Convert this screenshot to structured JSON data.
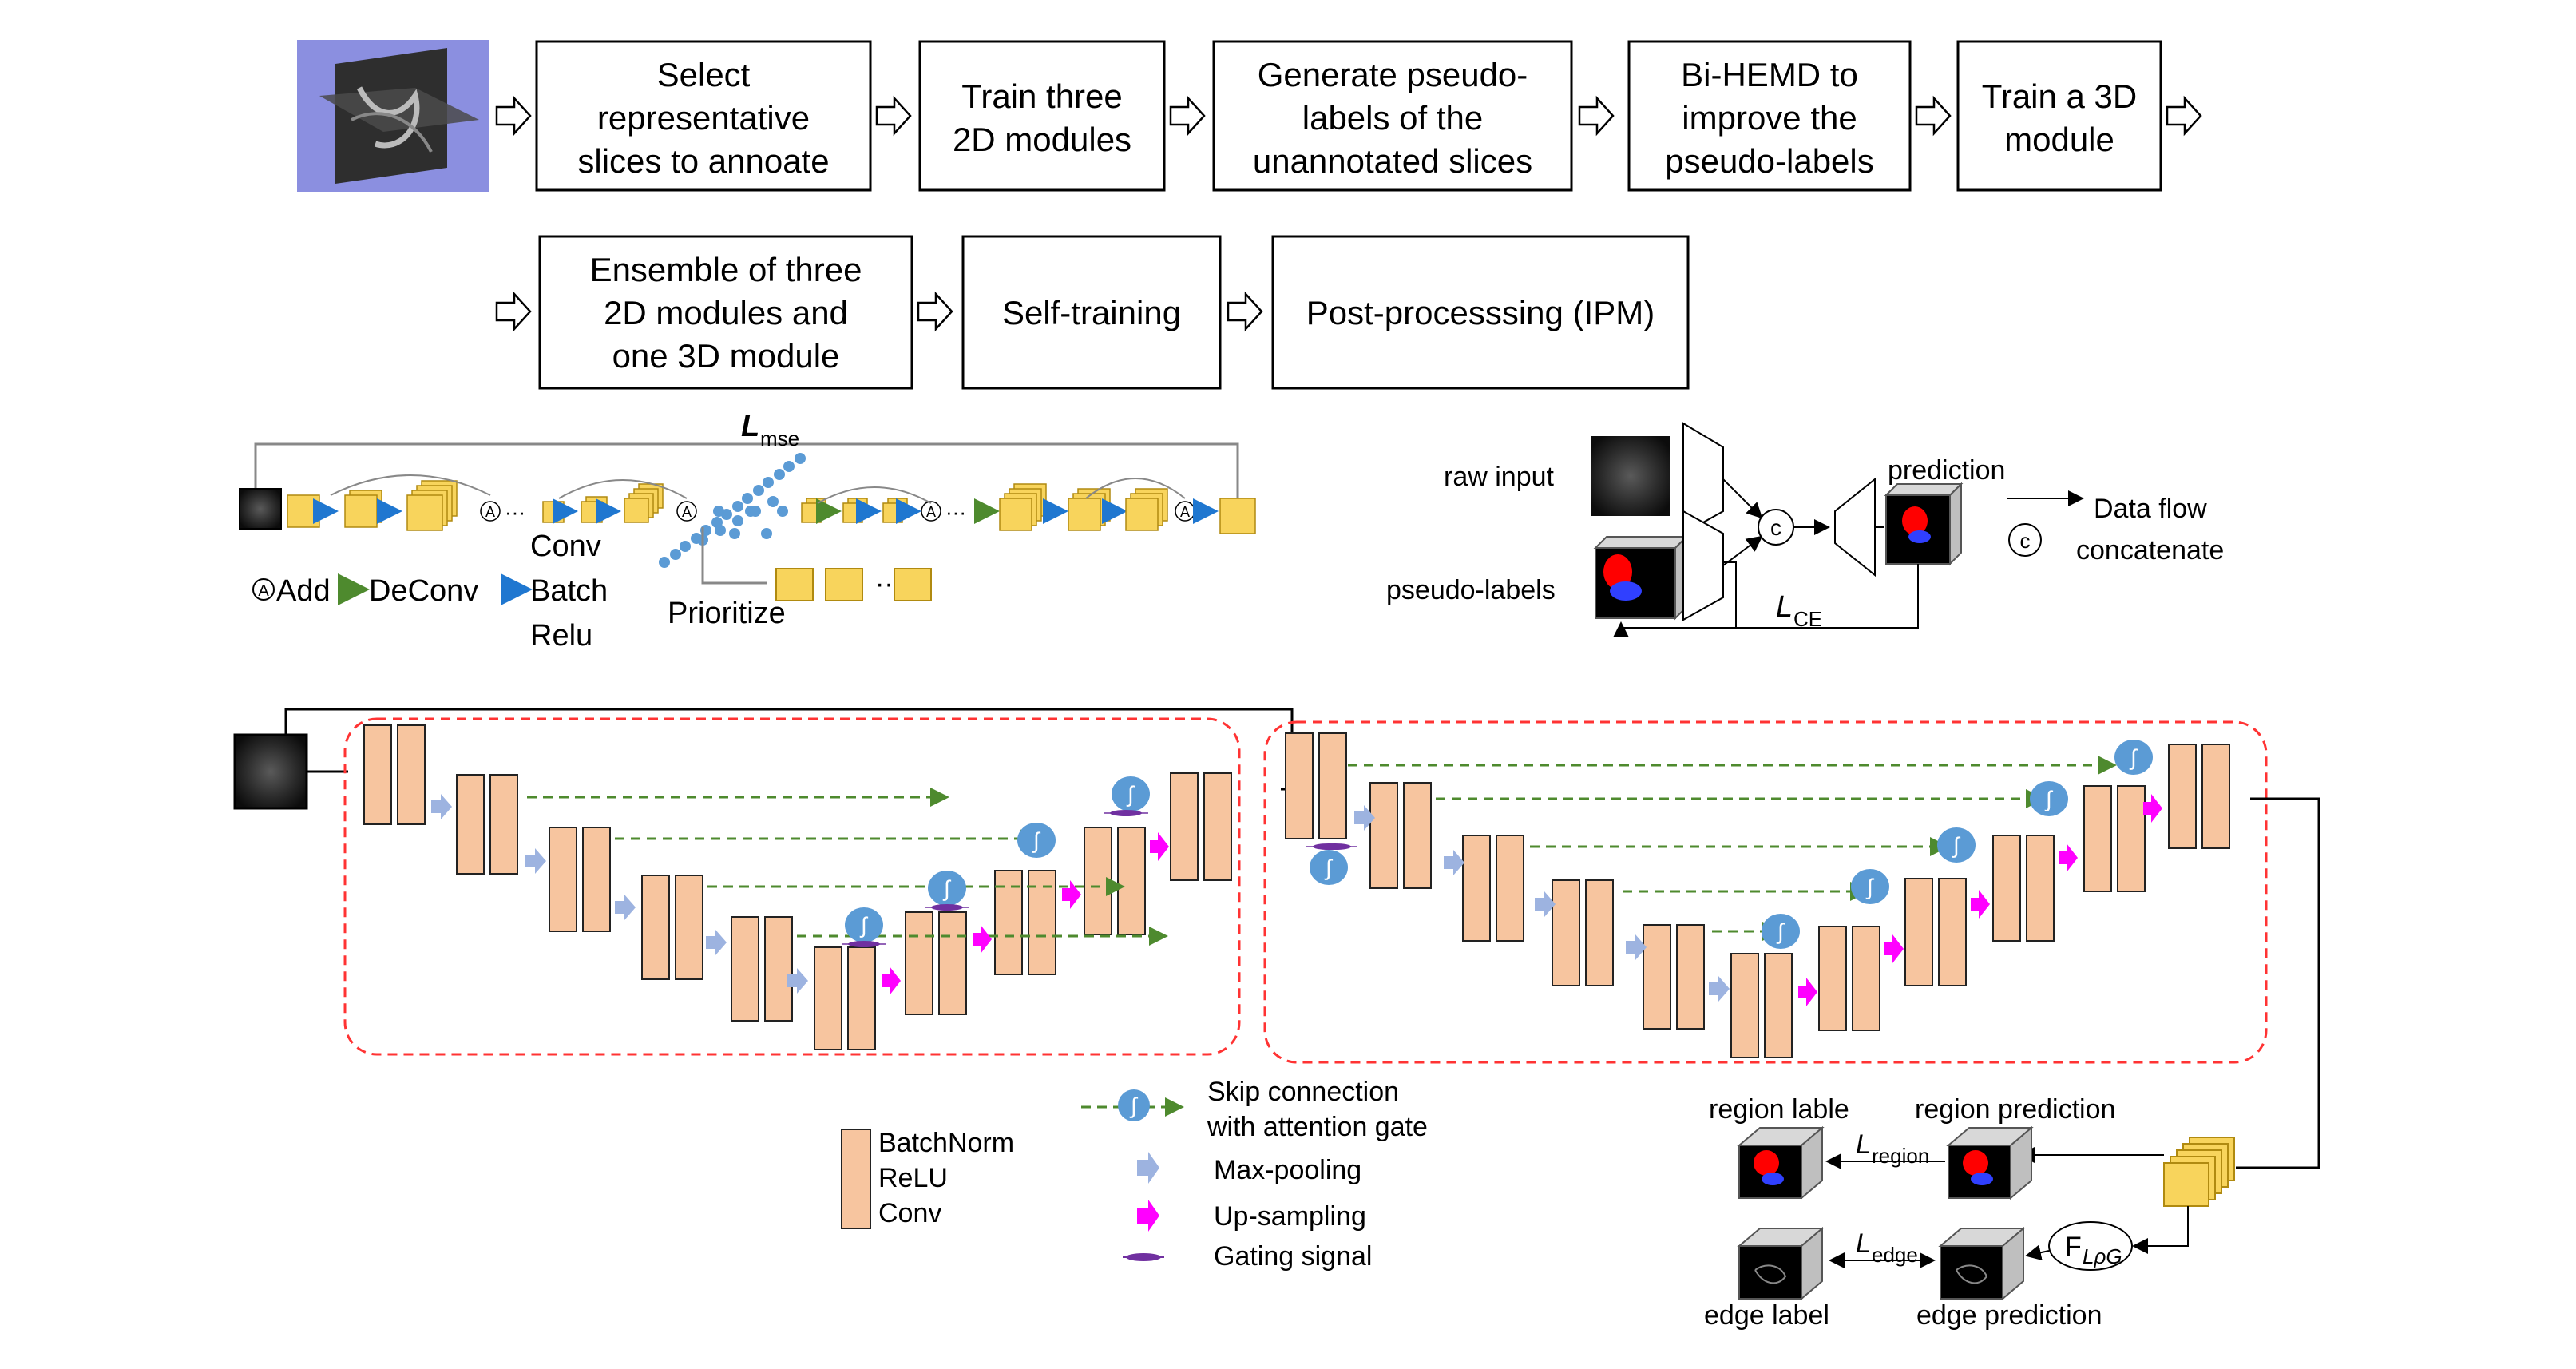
{
  "pipeline": {
    "steps": [
      {
        "id": "select",
        "lines": [
          "Select",
          "representative",
          "slices to annoate"
        ]
      },
      {
        "id": "train2d",
        "lines": [
          "Train three",
          "2D modules"
        ]
      },
      {
        "id": "pseudo",
        "lines": [
          "Generate pseudo-",
          "labels of the",
          "unannotated slices"
        ]
      },
      {
        "id": "bihemd",
        "lines": [
          "Bi-HEMD to",
          "improve the",
          "pseudo-labels"
        ]
      },
      {
        "id": "train3d",
        "lines": [
          "Train a 3D",
          "module"
        ]
      },
      {
        "id": "ensemble",
        "lines": [
          "Ensemble of three",
          "2D modules and",
          "one 3D module"
        ]
      },
      {
        "id": "selftrain",
        "lines": [
          "Self-training"
        ]
      },
      {
        "id": "postproc",
        "lines": [
          "Post-processsing (IPM)"
        ]
      }
    ]
  },
  "cascade": {
    "loss_symbol": "L",
    "loss_subscript": "mse",
    "legend": {
      "add_symbol": "A",
      "add": "Add",
      "deconv": "DeConv",
      "conv_lines": [
        "Conv",
        "Batch",
        "Relu"
      ],
      "prioritize": "Prioritize",
      "ellipsis": "···"
    }
  },
  "selftraining": {
    "raw_input": "raw input",
    "pseudo_labels": "pseudo-labels",
    "prediction": "prediction",
    "concat_symbol": "c",
    "loss_symbol": "L",
    "loss_subscript": "CE",
    "data_flow": "Data flow",
    "concatenate": "concatenate"
  },
  "unet": {
    "gate_symbol": "∫",
    "legend": {
      "skip_line1": "Skip connection",
      "skip_line2": "with attention gate",
      "block_lines": [
        "BatchNorm",
        "ReLU",
        "Conv"
      ],
      "max_pooling": "Max-pooling",
      "up_sampling": "Up-sampling",
      "gating_signal": "Gating signal"
    },
    "outputs": {
      "region_label": "region lable",
      "region_prediction": "region prediction",
      "region_loss_symbol": "L",
      "region_loss_subscript": "region",
      "edge_label": "edge label",
      "edge_prediction": "edge prediction",
      "edge_loss_symbol": "L",
      "edge_loss_subscript": "edge",
      "filter_symbol": "F",
      "filter_subscript": "LρG"
    }
  },
  "colors": {
    "block_fill": "#f7c59f",
    "block_stroke": "#222222",
    "cube_fill": "#f8d45c",
    "cube_stroke": "#b08a10",
    "skip_line": "#4e8a2e",
    "gate_fill": "#5b9bd5",
    "pool_arrow": "#9db3e0",
    "up_arrow": "#ff00ff",
    "gating": "#7030a0",
    "dashed_box": "#ff3333",
    "blue_arrow": "#1f77d0",
    "green_arrow": "#4e8a2e",
    "scatter_dot": "#5b9bd5"
  }
}
